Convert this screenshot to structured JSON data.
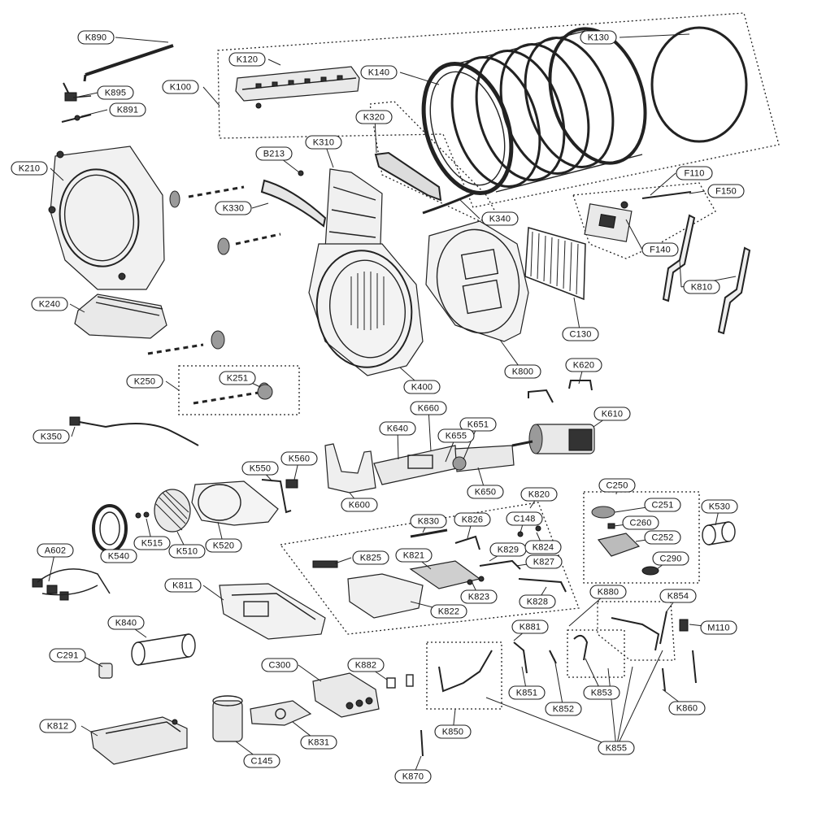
{
  "title": "",
  "labels": {
    "K890": "K890",
    "K895": "K895",
    "K891": "K891",
    "K100": "K100",
    "K120": "K120",
    "K140": "K140",
    "K130": "K130",
    "K210": "K210",
    "B213": "B213",
    "K310": "K310",
    "K320": "K320",
    "K330": "K330",
    "K340": "K340",
    "F110": "F110",
    "F150": "F150",
    "F140": "F140",
    "K810": "K810",
    "K240": "K240",
    "C130": "C130",
    "K800": "K800",
    "K400": "K400",
    "K250": "K250",
    "K251": "K251",
    "K620": "K620",
    "K610": "K610",
    "K660": "K660",
    "K640": "K640",
    "K651": "K651",
    "K655": "K655",
    "K350": "K350",
    "K560": "K560",
    "K550": "K550",
    "K600": "K600",
    "K650": "K650",
    "K820": "K820",
    "C250": "C250",
    "C251": "C251",
    "K530": "K530",
    "K830": "K830",
    "K826": "K826",
    "C148": "C148",
    "C260": "C260",
    "C252": "C252",
    "K829": "K829",
    "K824": "K824",
    "K827": "K827",
    "C290": "C290",
    "K825": "K825",
    "K821": "K821",
    "K515": "K515",
    "K510": "K510",
    "K520": "K520",
    "K540": "K540",
    "A602": "A602",
    "K811": "K811",
    "K823": "K823",
    "K828": "K828",
    "K822": "K822",
    "K880": "K880",
    "K854": "K854",
    "M110": "M110",
    "K840": "K840",
    "K881": "K881",
    "K851": "K851",
    "K852": "K852",
    "K853": "K853",
    "C291": "C291",
    "C300": "C300",
    "K882": "K882",
    "K860": "K860",
    "K850": "K850",
    "K855": "K855",
    "K812": "K812",
    "K831": "K831",
    "C145": "C145",
    "K870": "K870"
  }
}
